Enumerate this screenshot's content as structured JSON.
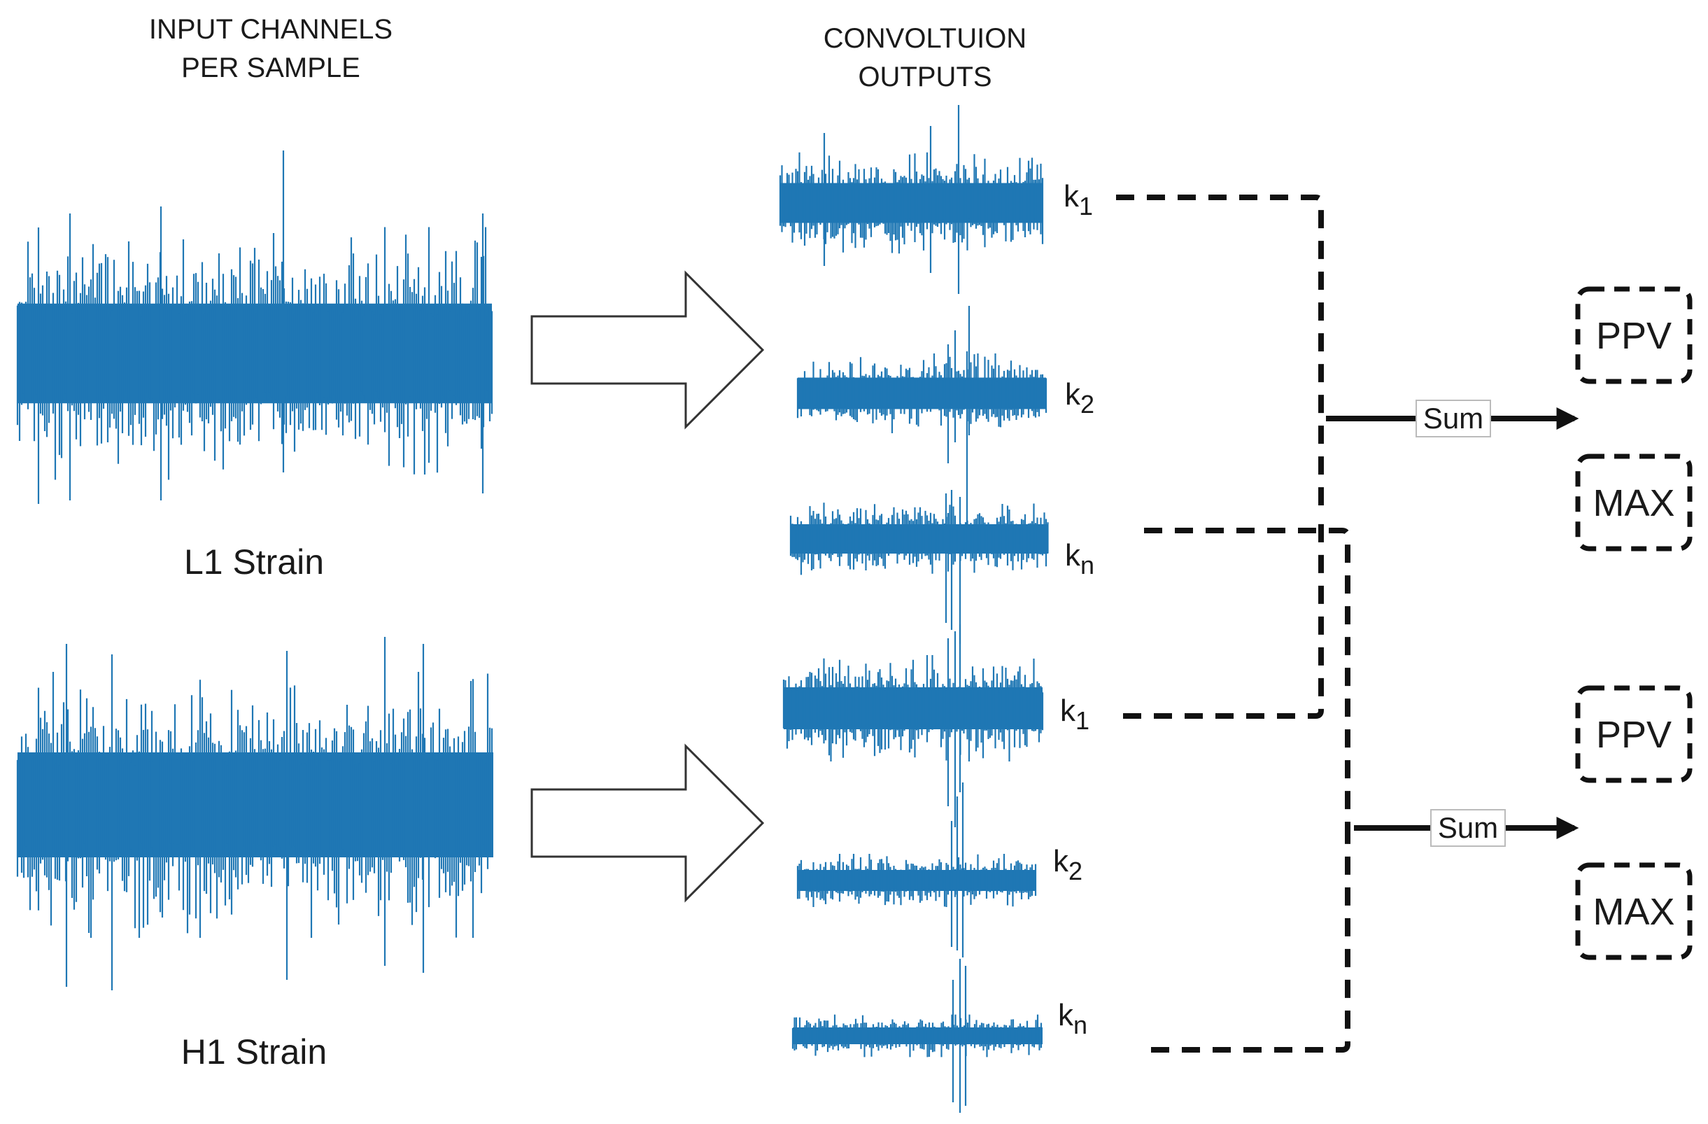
{
  "header": {
    "input_line1": "INPUT CHANNELS",
    "input_line2": "PER SAMPLE",
    "conv_line1": "CONVOLTUION",
    "conv_line2": "OUTPUTS"
  },
  "channels": [
    {
      "label": "L1 Strain"
    },
    {
      "label": "H1 Strain"
    }
  ],
  "kernel_groups": [
    [
      {
        "base": "k",
        "sub": "1"
      },
      {
        "base": "k",
        "sub": "2"
      },
      {
        "base": "k",
        "sub": "n"
      }
    ],
    [
      {
        "base": "k",
        "sub": "1"
      },
      {
        "base": "k",
        "sub": "2"
      },
      {
        "base": "k",
        "sub": "n"
      }
    ]
  ],
  "aggregations": [
    {
      "sum": "Sum",
      "outputs": [
        "PPV",
        "MAX"
      ]
    },
    {
      "sum": "Sum",
      "outputs": [
        "PPV",
        "MAX"
      ]
    }
  ],
  "colors": {
    "signal": "#1f77b4",
    "line": "#111111"
  }
}
